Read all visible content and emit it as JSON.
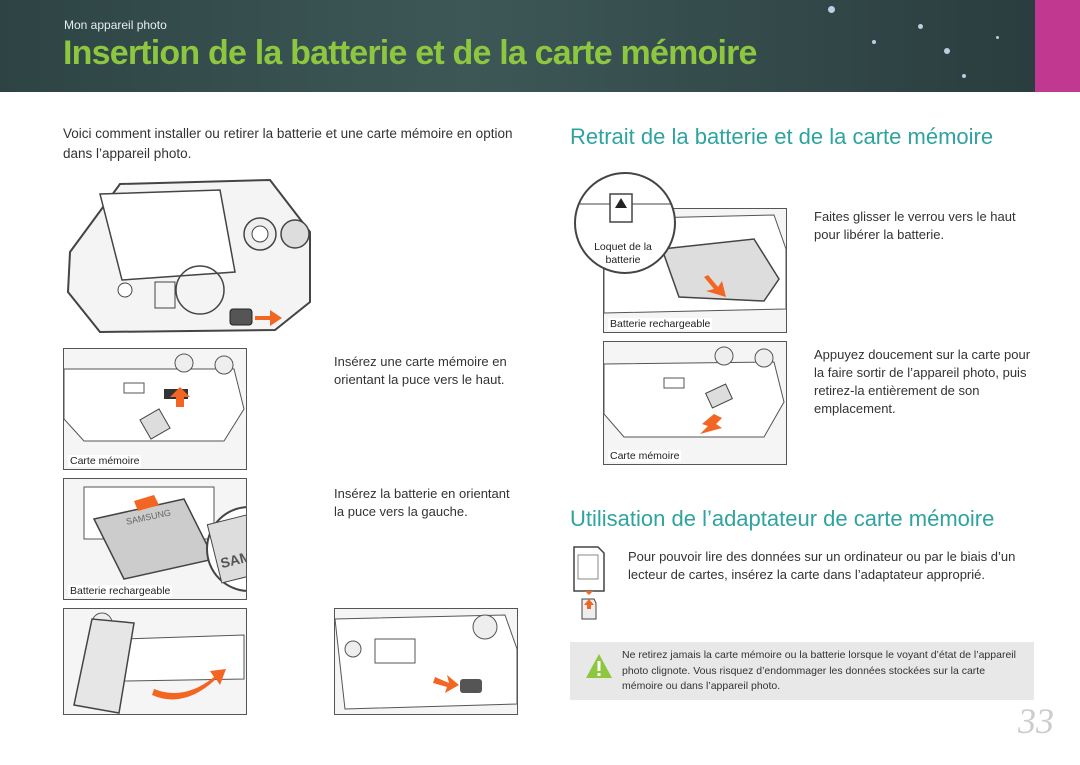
{
  "header": {
    "breadcrumb": "Mon appareil photo",
    "title": "Insertion de la batterie et de la carte mémoire"
  },
  "intro": "Voici comment installer ou retirer la batterie et une carte mémoire en option dans l’appareil photo.",
  "steps": {
    "insert_card": "Insérez une carte mémoire en orientant la puce vers le haut.",
    "insert_battery": "Insérez la batterie en orientant la puce vers la gauche."
  },
  "captions": {
    "card": "Carte mémoire",
    "battery": "Batterie rechargeable",
    "battery_lock": "Loquet de la batterie",
    "battery_lock_line1": "Loquet de la",
    "battery_lock_line2": "batterie",
    "battery_right": "Batterie rechargeable",
    "card_right": "Carte mémoire",
    "samsung": "SAMSUNG",
    "samsung_zoom": "SAMS"
  },
  "removal": {
    "heading": "Retrait de la batterie et de la carte mémoire",
    "battery_text": "Faites glisser le verrou vers le haut pour libérer la batterie.",
    "card_text": "Appuyez doucement sur la carte pour la faire sortir de l’appareil photo, puis retirez-la entièrement de son emplacement."
  },
  "adapter": {
    "heading": "Utilisation de l’adaptateur de carte mémoire",
    "text": "Pour pouvoir lire des données sur un ordinateur ou par le biais d’un lecteur de cartes, insérez la carte dans l’adaptateur approprié."
  },
  "warning": {
    "text": "Ne retirez jamais la carte mémoire ou la batterie lorsque le voyant d’état de l’appareil photo clignote. Vous risquez d’endommager les données stockées sur la carte mémoire ou dans l’appareil photo."
  },
  "page_number": "33",
  "colors": {
    "title_green": "#8dc63f",
    "heading_teal": "#2ea3a0",
    "arrow_orange": "#f26522",
    "header_dark": "#2e4444",
    "tab_pink": "#c13890",
    "warning_icon": "#8dc63f"
  }
}
